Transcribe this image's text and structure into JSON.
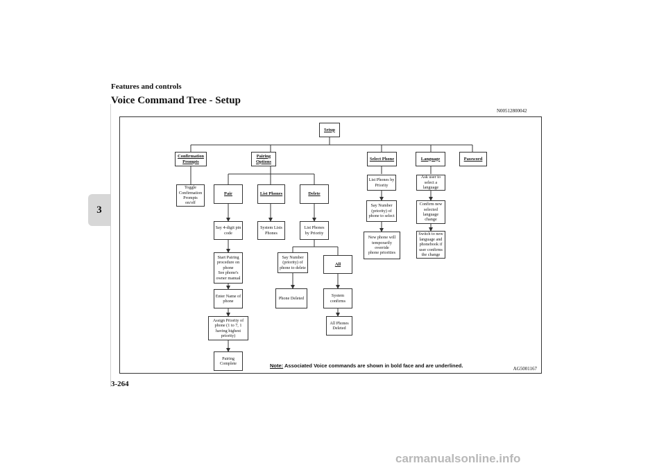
{
  "header": {
    "section": "Features and controls",
    "title": "Voice Command Tree - Setup",
    "ref_code": "N00512800042"
  },
  "chapter_tab": "3",
  "page_number": "3-264",
  "diagram": {
    "nodes": {
      "setup": "Setup",
      "confirmation_prompts": "Confirmation\nPrompts",
      "pairing_options": "Pairing\nOptions",
      "select_phone": "Select Phone",
      "language": "Language",
      "password": "Password",
      "toggle": "Toggle\nConfirmation\nPrompts on/off",
      "pair": "Pair",
      "list_phones": "List Phones",
      "delete": "Delete",
      "list_by_priority": "List Phones by\nPriority",
      "ask_user": "Ask user to\nselect a\nlanguage",
      "say_pin": "Say 4-digit pin\ncode",
      "system_lists": "System Lists\nPhones",
      "list_by_priority_delete": "List Phones\nby Priority",
      "say_number_select": "Say Number\n(priority) of\nphone to select",
      "confirm_language": "Confirm new\nselected\nlanguage\nchange",
      "new_phone_override": "New phone will\ntemporarily override\nphone priorities",
      "switch_language": "Switch to new\nlanguage and\nphonebook if\nuser confirms\nthe change",
      "start_pairing": "Start Pairing\nprocedure on\nphone\nSee phone's\nowner manual",
      "say_number_delete": "Say Number\n(priority) of\nphone to delete",
      "all": "All",
      "enter_name": "Enter Name of\nphone",
      "phone_deleted": "Phone Deleted",
      "system_confirms": "System\nconfirms",
      "assign_priority": "Assign Priority of\nphone (1 to 7, 1\nhaving highest\npriority)",
      "all_phones_deleted": "All Phones\nDeleted",
      "pairing_complete": "Pairing\nComplete"
    },
    "note_label": "Note:",
    "note_text": " Associated Voice commands are shown in bold face and are underlined.",
    "figure_code": "AG5001167"
  },
  "watermark": "carmanualsonline.info"
}
